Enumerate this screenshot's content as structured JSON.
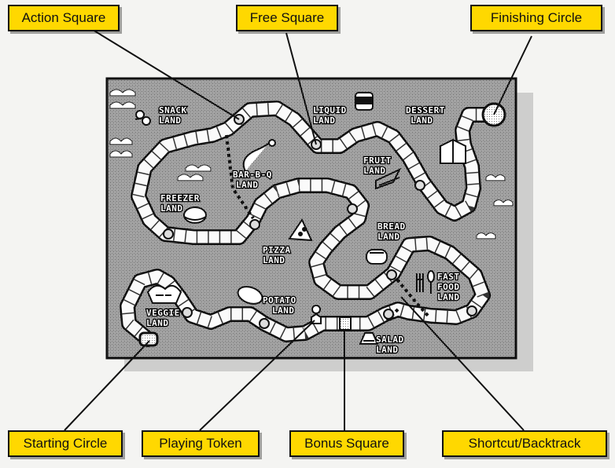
{
  "callouts": {
    "action_square": "Action Square",
    "free_square": "Free Square",
    "finishing_circle": "Finishing Circle",
    "starting_circle": "Starting Circle",
    "playing_token": "Playing Token",
    "bonus_square": "Bonus Square",
    "shortcut_backtrack": "Shortcut/Backtrack"
  },
  "lands": {
    "snack": [
      "SNACK",
      "LAND"
    ],
    "liquid": [
      "LIQUID",
      "LAND"
    ],
    "dessert": [
      "DESSERT",
      "LAND"
    ],
    "barbq": [
      "BAR-B-Q",
      "LAND"
    ],
    "fruit": [
      "FRUIT",
      "LAND"
    ],
    "freezer": [
      "FREEZER",
      "LAND"
    ],
    "bread": [
      "BREAD",
      "LAND"
    ],
    "pizza": [
      "PIZZA",
      "LAND"
    ],
    "fastfood": [
      "FAST",
      "FOOD",
      "LAND"
    ],
    "veggie": [
      "VEGGIE",
      "LAND"
    ],
    "potato": [
      "POTATO",
      "LAND"
    ],
    "salad": [
      "SALAD",
      "LAND"
    ]
  },
  "icons": [
    "snack-icon",
    "liquid-icon",
    "dessert-icon",
    "barbq-icon",
    "fruit-icon",
    "freezer-icon",
    "bread-icon",
    "pizza-icon",
    "fastfood-icon",
    "veggie-icon",
    "potato-icon",
    "salad-icon",
    "token-icon"
  ],
  "colors": {
    "callout_fill": "#ffd800",
    "board_fill": "#8a8a8a",
    "path_fill": "#ffffff",
    "outline": "#111111"
  }
}
